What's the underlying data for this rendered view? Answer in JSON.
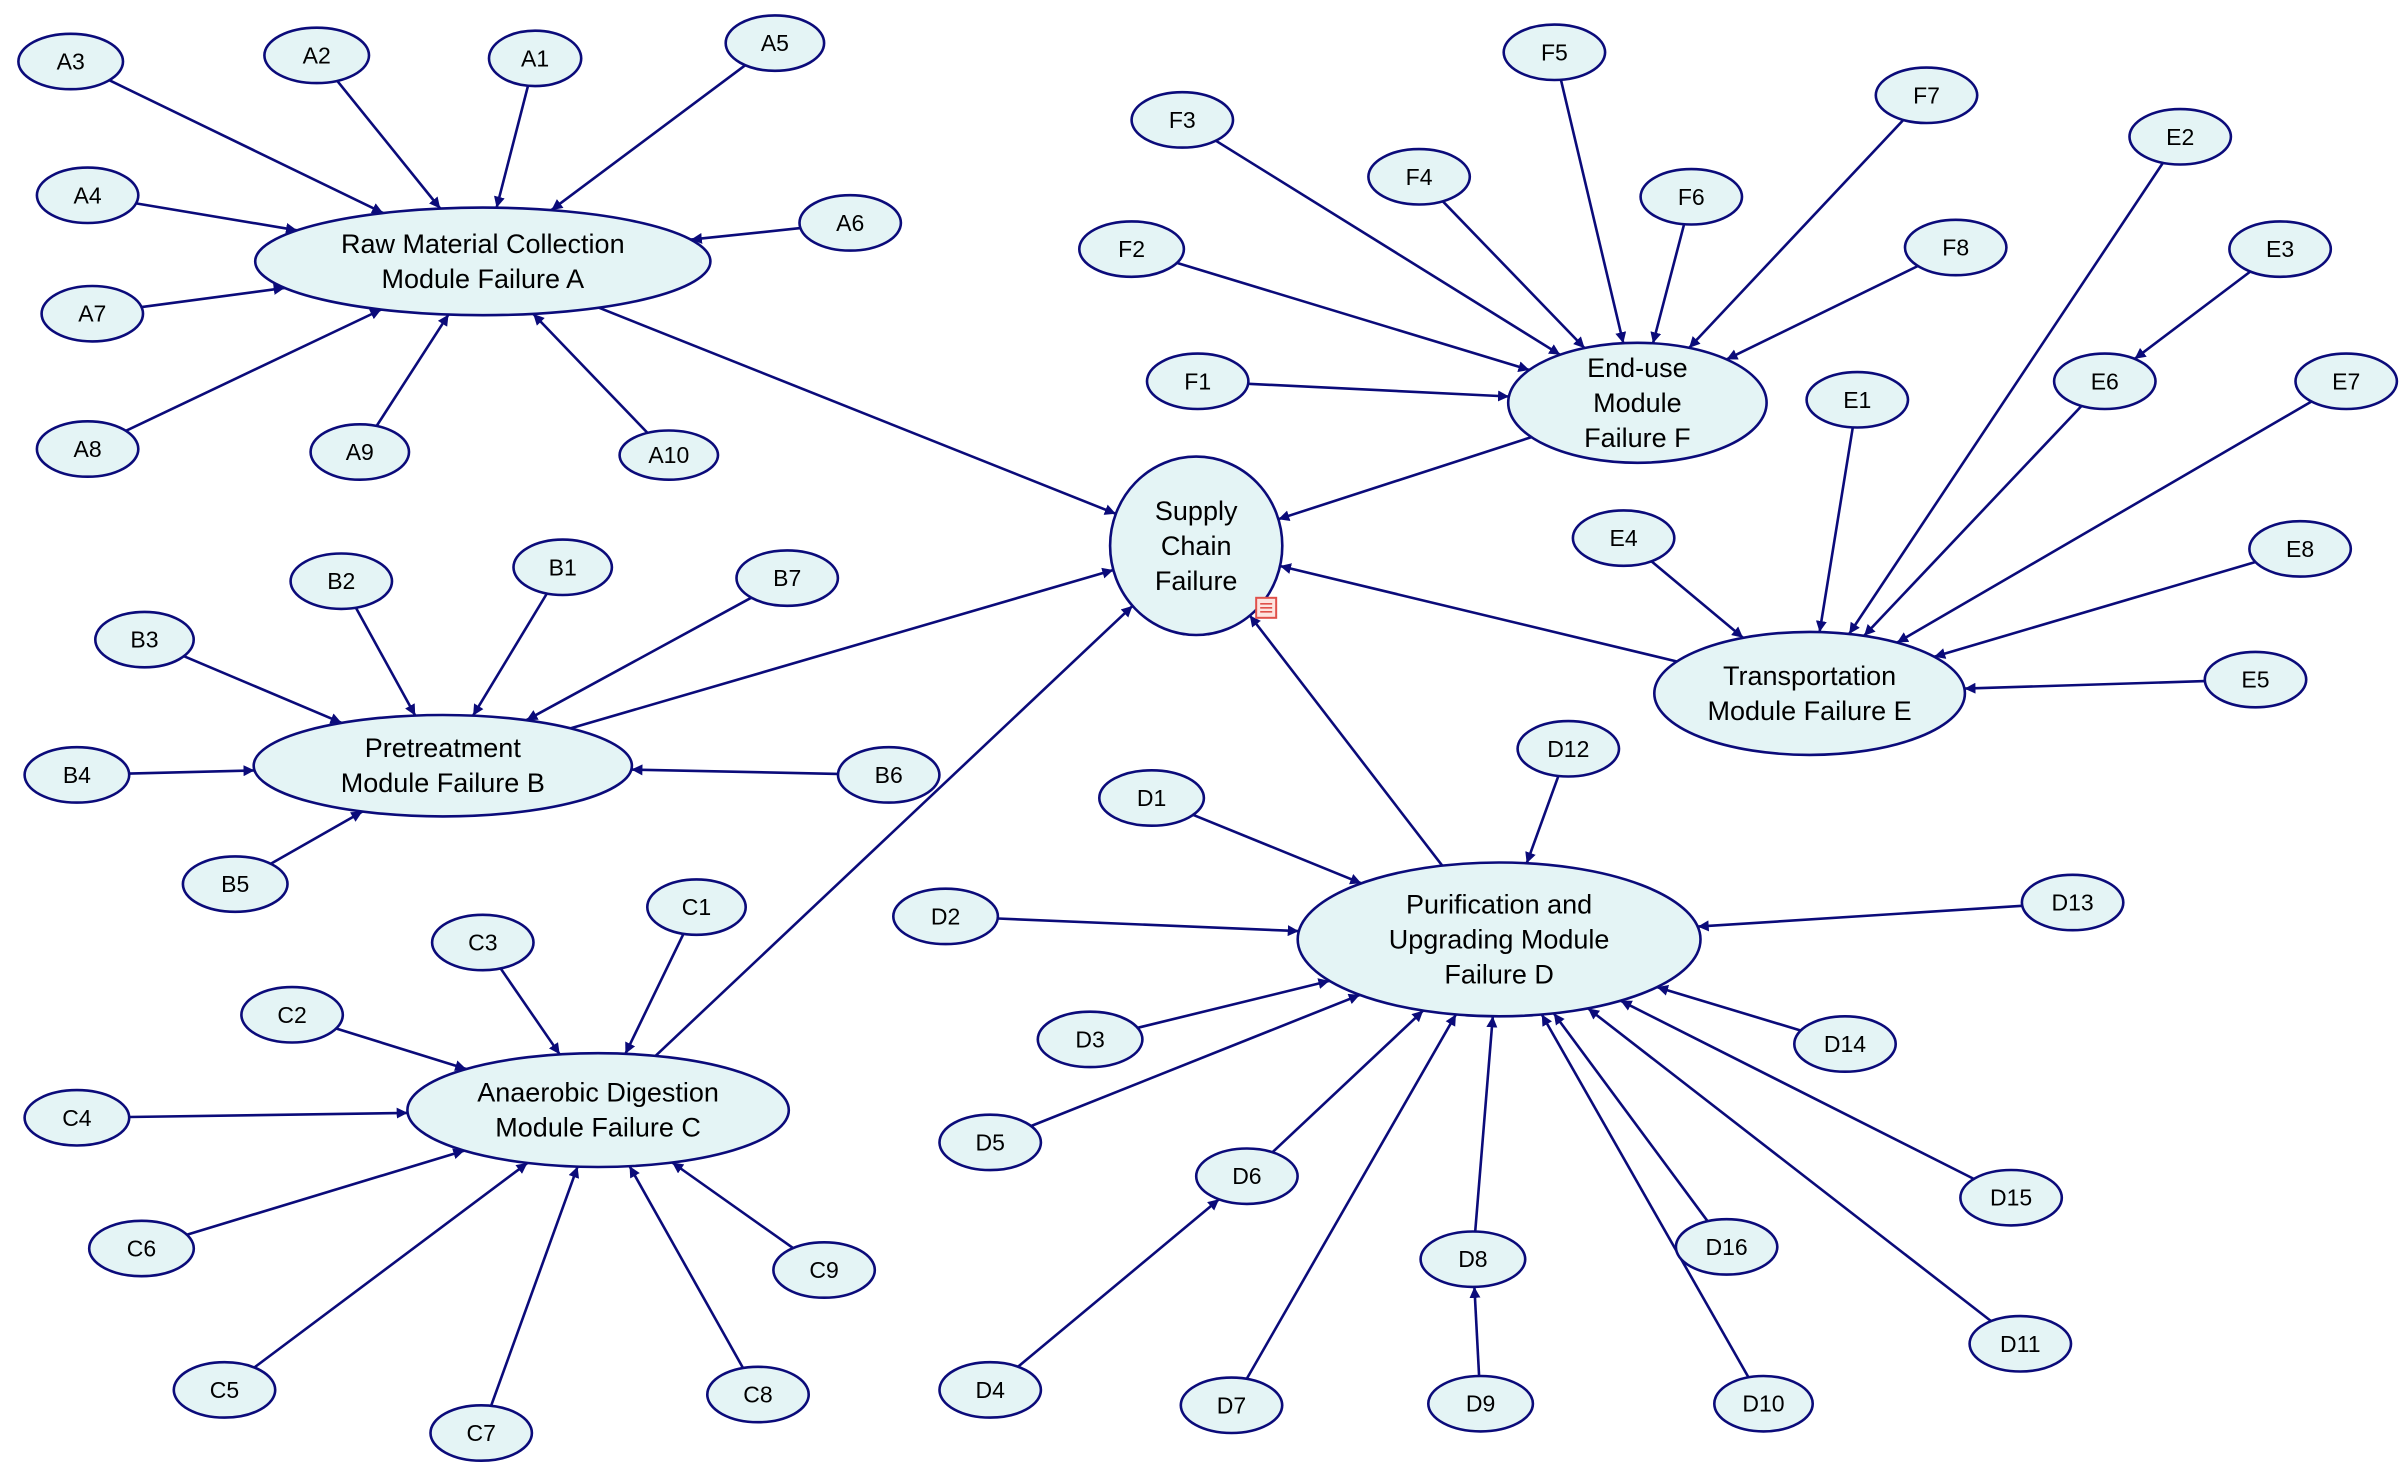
{
  "diagram": {
    "colors": {
      "stroke": "#0b0b7a",
      "fill": "#e4f4f5",
      "text": "#000000",
      "marker": "#e0504a"
    },
    "root": {
      "id": "SC",
      "lines": [
        "Supply",
        "Chain",
        "Failure"
      ]
    },
    "modules": [
      {
        "id": "MA",
        "lines": [
          "Raw Material Collection",
          "Module Failure A"
        ]
      },
      {
        "id": "MB",
        "lines": [
          "Pretreatment",
          "Module Failure B"
        ]
      },
      {
        "id": "MC",
        "lines": [
          "Anaerobic Digestion",
          "Module Failure C"
        ]
      },
      {
        "id": "MD",
        "lines": [
          "Purification and",
          "Upgrading Module",
          "Failure D"
        ]
      },
      {
        "id": "ME",
        "lines": [
          "Transportation",
          "Module Failure E"
        ]
      },
      {
        "id": "MF",
        "lines": [
          "End-use",
          "Module",
          "Failure F"
        ]
      }
    ],
    "leaves": [
      "A1",
      "A2",
      "A3",
      "A4",
      "A5",
      "A6",
      "A7",
      "A8",
      "A9",
      "A10",
      "B1",
      "B2",
      "B3",
      "B4",
      "B5",
      "B6",
      "B7",
      "C1",
      "C2",
      "C3",
      "C4",
      "C5",
      "C6",
      "C7",
      "C8",
      "C9",
      "D1",
      "D2",
      "D3",
      "D4",
      "D5",
      "D6",
      "D7",
      "D8",
      "D9",
      "D10",
      "D11",
      "D12",
      "D13",
      "D14",
      "D15",
      "D16",
      "E1",
      "E2",
      "E3",
      "E4",
      "E5",
      "E6",
      "E7",
      "E8",
      "F1",
      "F2",
      "F3",
      "F4",
      "F5",
      "F6",
      "F7",
      "F8"
    ],
    "edges": [
      [
        "MA",
        "SC"
      ],
      [
        "MB",
        "SC"
      ],
      [
        "MC",
        "SC"
      ],
      [
        "MD",
        "SC"
      ],
      [
        "ME",
        "SC"
      ],
      [
        "MF",
        "SC"
      ],
      [
        "A1",
        "MA"
      ],
      [
        "A2",
        "MA"
      ],
      [
        "A3",
        "MA"
      ],
      [
        "A4",
        "MA"
      ],
      [
        "A5",
        "MA"
      ],
      [
        "A6",
        "MA"
      ],
      [
        "A7",
        "MA"
      ],
      [
        "A8",
        "MA"
      ],
      [
        "A9",
        "MA"
      ],
      [
        "A10",
        "MA"
      ],
      [
        "B1",
        "MB"
      ],
      [
        "B2",
        "MB"
      ],
      [
        "B3",
        "MB"
      ],
      [
        "B4",
        "MB"
      ],
      [
        "B5",
        "MB"
      ],
      [
        "B6",
        "MB"
      ],
      [
        "B7",
        "MB"
      ],
      [
        "C1",
        "MC"
      ],
      [
        "C2",
        "MC"
      ],
      [
        "C3",
        "MC"
      ],
      [
        "C4",
        "MC"
      ],
      [
        "C5",
        "MC"
      ],
      [
        "C6",
        "MC"
      ],
      [
        "C7",
        "MC"
      ],
      [
        "C8",
        "MC"
      ],
      [
        "C9",
        "MC"
      ],
      [
        "D1",
        "MD"
      ],
      [
        "D2",
        "MD"
      ],
      [
        "D3",
        "MD"
      ],
      [
        "D4",
        "D6"
      ],
      [
        "D5",
        "MD"
      ],
      [
        "D6",
        "MD"
      ],
      [
        "D7",
        "MD"
      ],
      [
        "D8",
        "MD"
      ],
      [
        "D9",
        "D8"
      ],
      [
        "D10",
        "MD"
      ],
      [
        "D11",
        "MD"
      ],
      [
        "D12",
        "MD"
      ],
      [
        "D13",
        "MD"
      ],
      [
        "D14",
        "MD"
      ],
      [
        "D15",
        "MD"
      ],
      [
        "D16",
        "MD"
      ],
      [
        "E1",
        "ME"
      ],
      [
        "E2",
        "ME"
      ],
      [
        "E3",
        "E6"
      ],
      [
        "E4",
        "ME"
      ],
      [
        "E5",
        "ME"
      ],
      [
        "E6",
        "ME"
      ],
      [
        "E7",
        "ME"
      ],
      [
        "E8",
        "ME"
      ],
      [
        "F1",
        "MF"
      ],
      [
        "F2",
        "MF"
      ],
      [
        "F3",
        "MF"
      ],
      [
        "F4",
        "MF"
      ],
      [
        "F5",
        "MF"
      ],
      [
        "F6",
        "MF"
      ],
      [
        "F7",
        "MF"
      ],
      [
        "F8",
        "MF"
      ]
    ]
  }
}
